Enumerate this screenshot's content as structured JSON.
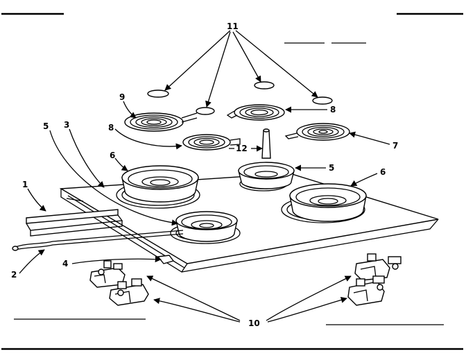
{
  "callouts": {
    "c1": "1",
    "c2": "2",
    "c3": "3",
    "c4": "4",
    "c5a": "5",
    "c5b": "5",
    "c6a": "6",
    "c6b": "6",
    "c7": "7",
    "c8a": "8",
    "c8b": "8",
    "c9": "9",
    "c10": "10",
    "c11": "11",
    "c12": "12"
  }
}
